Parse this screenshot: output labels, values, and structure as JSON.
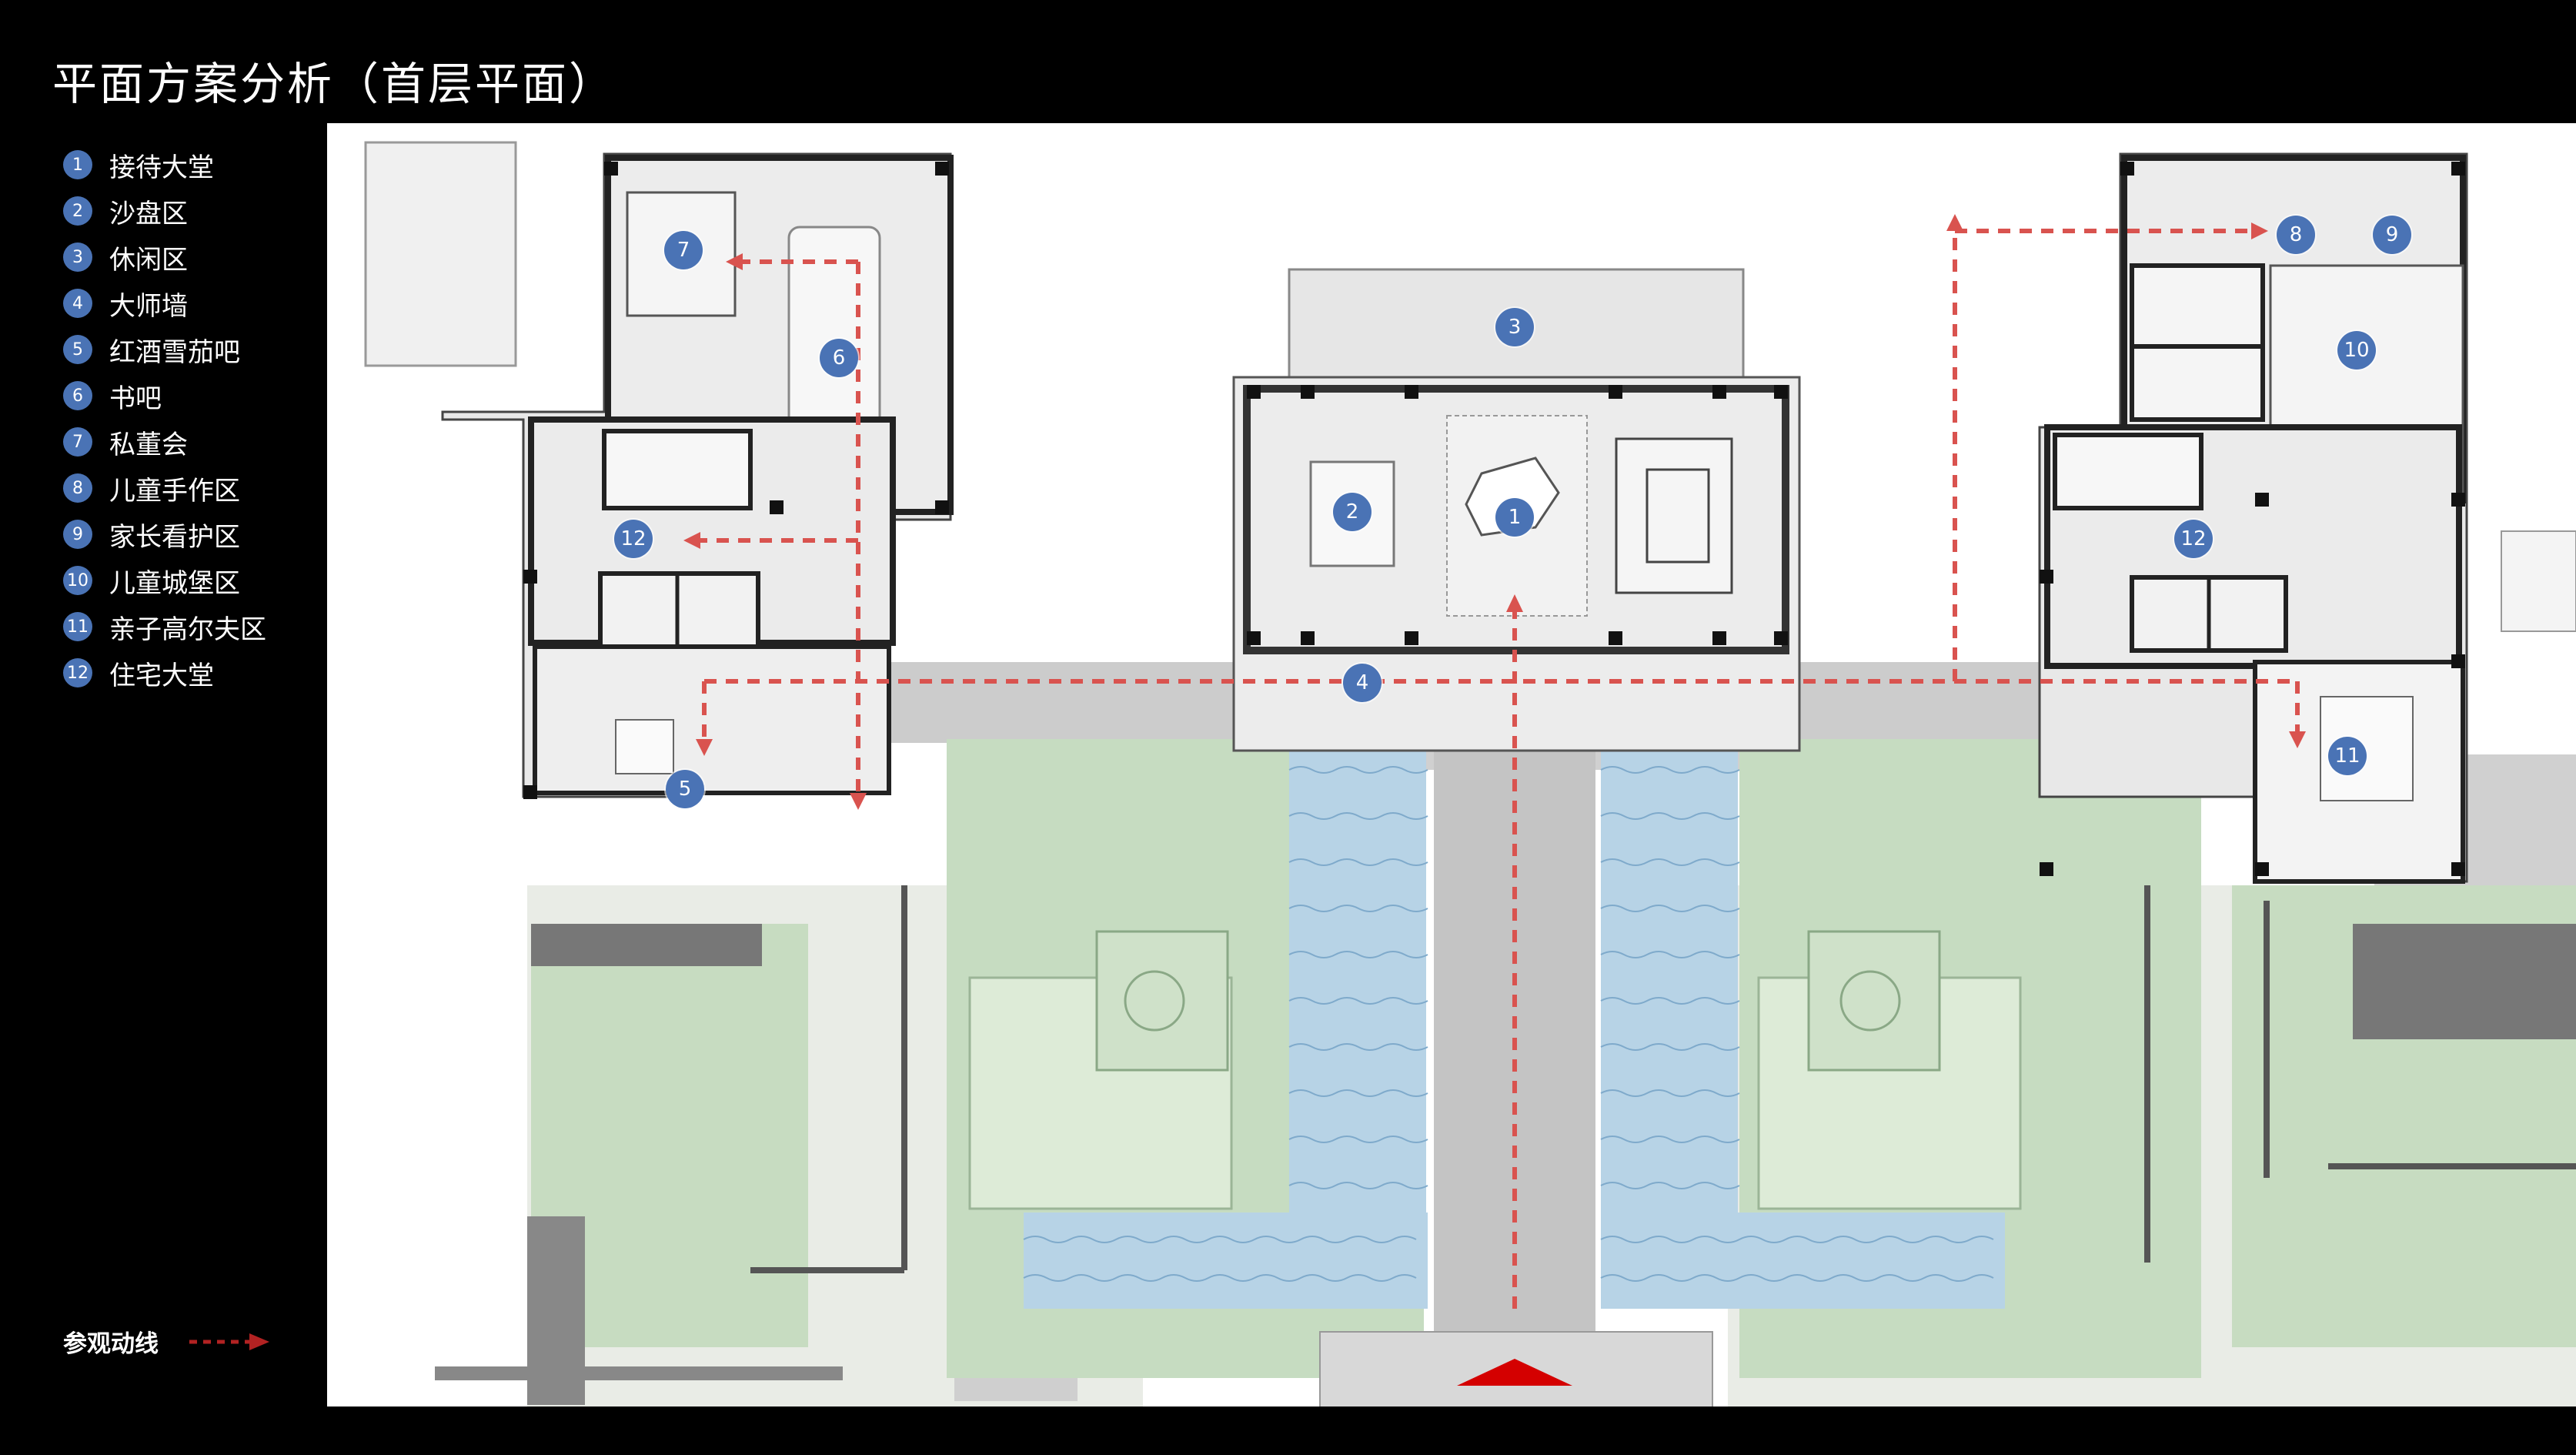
{
  "title": "平面方案分析（首层平面）",
  "legend": [
    {
      "num": "1",
      "label": "接待大堂"
    },
    {
      "num": "2",
      "label": "沙盘区"
    },
    {
      "num": "3",
      "label": "休闲区"
    },
    {
      "num": "4",
      "label": "大师墙"
    },
    {
      "num": "5",
      "label": "红酒雪茄吧"
    },
    {
      "num": "6",
      "label": "书吧"
    },
    {
      "num": "7",
      "label": "私董会"
    },
    {
      "num": "8",
      "label": "儿童手作区"
    },
    {
      "num": "9",
      "label": "家长看护区"
    },
    {
      "num": "10",
      "label": "儿童城堡区"
    },
    {
      "num": "11",
      "label": "亲子高尔夫区"
    },
    {
      "num": "12",
      "label": "住宅大堂"
    }
  ],
  "route_label": "参观动线",
  "colors": {
    "marker": "#4a73b5",
    "route": "#d9534f",
    "water": "#b7d3e6",
    "lawn": "#c6dcc1",
    "paving": "#cfcfcf",
    "entrance": "#d40000"
  },
  "plan_markers": [
    "1",
    "2",
    "3",
    "4",
    "5",
    "6",
    "7",
    "8",
    "9",
    "10",
    "11",
    "12",
    "12"
  ]
}
